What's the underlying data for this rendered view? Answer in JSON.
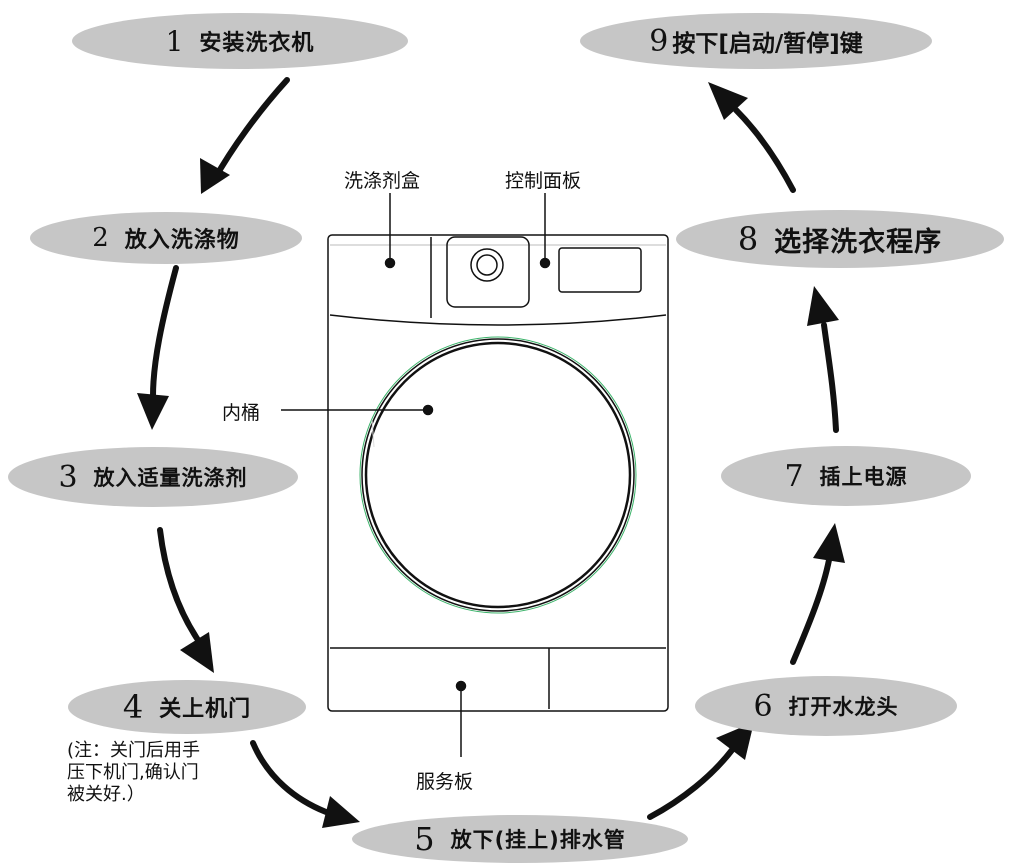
{
  "steps": [
    {
      "num": "1",
      "label": "安装洗衣机"
    },
    {
      "num": "2",
      "label": "放入洗涤物"
    },
    {
      "num": "3",
      "label": "放入适量洗涤剂"
    },
    {
      "num": "4",
      "label": "关上机门"
    },
    {
      "num": "5",
      "label": "放下(挂上)排水管"
    },
    {
      "num": "6",
      "label": "打开水龙头"
    },
    {
      "num": "7",
      "label": "插上电源"
    },
    {
      "num": "8",
      "label": "选择洗衣程序"
    },
    {
      "num": "9",
      "label": "按下[启动/暂停]键"
    }
  ],
  "note": {
    "line1": "(注：关门后用手",
    "line2": "压下机门,确认门",
    "line3": "被关好.）"
  },
  "callouts": {
    "detergent_box": "洗涤剂盒",
    "control_panel": "控制面板",
    "inner_drum": "内桶",
    "service_panel": "服务板"
  },
  "colors": {
    "bubble": "#c6c6c6",
    "line": "#111111",
    "drum_accent": "#3bb36a"
  }
}
